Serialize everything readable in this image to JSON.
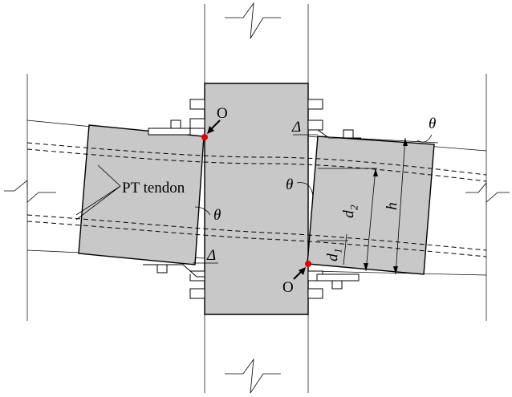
{
  "labels": {
    "pivot_top": "O",
    "pivot_bottom": "O",
    "tendon": "PT tendon",
    "theta_top_right": "θ",
    "theta_mid_right": "θ",
    "theta_left": "θ",
    "delta_right": "Δ",
    "delta_left": "Δ",
    "d2_main": "d",
    "d2_sub": "2",
    "d1_main": "d",
    "d1_sub": "1",
    "h": "h"
  },
  "colors": {
    "concrete": "#c8c8c8",
    "pivot": "#e00000",
    "line": "#000000"
  }
}
